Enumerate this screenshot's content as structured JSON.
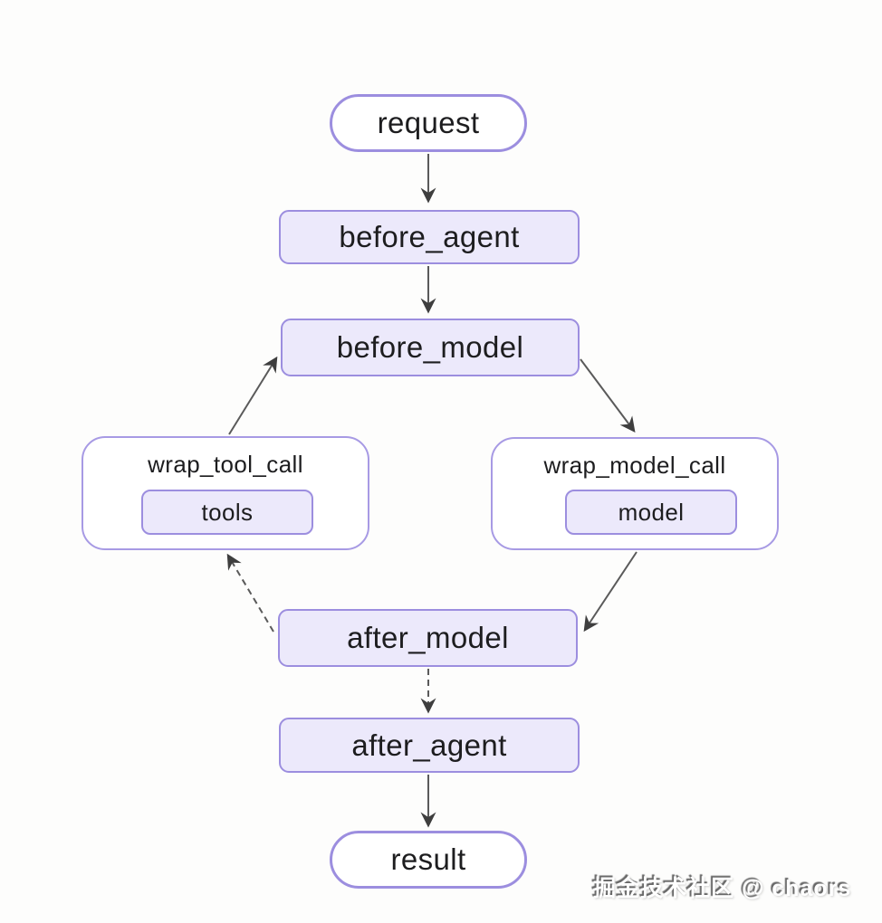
{
  "diagram": {
    "type": "flowchart",
    "nodes": {
      "request": {
        "label": "request",
        "shape": "stadium"
      },
      "before_agent": {
        "label": "before_agent",
        "shape": "rect"
      },
      "before_model": {
        "label": "before_model",
        "shape": "rect"
      },
      "wrap_tool_call": {
        "label": "wrap_tool_call",
        "shape": "container",
        "child": {
          "label": "tools"
        }
      },
      "wrap_model_call": {
        "label": "wrap_model_call",
        "shape": "container",
        "child": {
          "label": "model"
        }
      },
      "after_model": {
        "label": "after_model",
        "shape": "rect"
      },
      "after_agent": {
        "label": "after_agent",
        "shape": "rect"
      },
      "result": {
        "label": "result",
        "shape": "stadium"
      }
    },
    "edges": [
      {
        "from": "request",
        "to": "before_agent",
        "style": "solid"
      },
      {
        "from": "before_agent",
        "to": "before_model",
        "style": "solid"
      },
      {
        "from": "wrap_tool_call",
        "to": "before_model",
        "style": "solid"
      },
      {
        "from": "before_model",
        "to": "wrap_model_call",
        "style": "solid"
      },
      {
        "from": "wrap_model_call",
        "to": "after_model",
        "style": "solid"
      },
      {
        "from": "after_model",
        "to": "wrap_tool_call",
        "style": "dashed"
      },
      {
        "from": "after_model",
        "to": "after_agent",
        "style": "dashed"
      },
      {
        "from": "after_agent",
        "to": "result",
        "style": "solid"
      }
    ],
    "colors": {
      "node_border": "#9c8edf",
      "node_fill": "#ece9fb",
      "stadium_fill": "#ffffff",
      "arrow": "#5a5a5a",
      "text": "#1d1d1f"
    }
  },
  "watermark": {
    "text": "掘金技术社区 @ chaors"
  }
}
